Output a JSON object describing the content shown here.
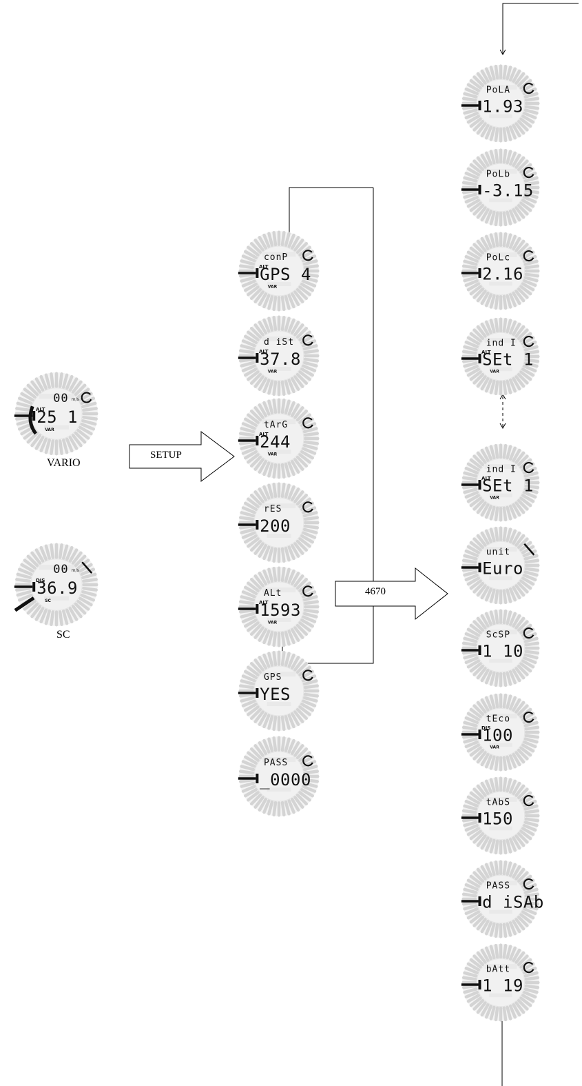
{
  "mode_labels": {
    "vario": "VARIO",
    "sc": "SC"
  },
  "arrows": {
    "setup": "SETUP",
    "code": "4670"
  },
  "indicator_text": {
    "alt": "ALT",
    "var": "VAR",
    "dis": "DIS",
    "sc": "SC",
    "speed_unit": "m/s"
  },
  "screens": {
    "vario": {
      "top_left": "00",
      "main": "25 1",
      "icon": "refresh-icon"
    },
    "sc": {
      "top_left": "00",
      "main": "36.9",
      "icon": "slash-icon"
    },
    "setup": [
      {
        "top": "conP",
        "main": "GPS  4",
        "icon": "refresh-icon"
      },
      {
        "top": "d iSt",
        "main": "37.8",
        "icon": "refresh-icon"
      },
      {
        "top": "tArG",
        "main": "244",
        "icon": "refresh-icon"
      },
      {
        "top": "rES",
        "main": "200",
        "icon": "refresh-icon"
      },
      {
        "top": "ALt",
        "main": "1593",
        "icon": "refresh-icon"
      },
      {
        "top": "GPS",
        "main": "YES",
        "icon": "refresh-icon"
      },
      {
        "top": "PASS",
        "main": "_0000",
        "icon": "refresh-icon"
      }
    ],
    "advanced": [
      {
        "top": "PoLA",
        "main": "1.93",
        "icon": "refresh-icon"
      },
      {
        "top": "PoLb",
        "main": "-3.15",
        "icon": "refresh-icon"
      },
      {
        "top": "PoLc",
        "main": "2.16",
        "icon": "refresh-icon"
      },
      {
        "top": "ind I",
        "main": "SEt  1",
        "icon": "refresh-icon"
      },
      {
        "top": "ind I",
        "main": "SEt  1",
        "icon": "refresh-icon"
      },
      {
        "top": "unit",
        "main": "Euro",
        "icon": "slash-icon"
      },
      {
        "top": "ScSP",
        "main": "1 10",
        "icon": "refresh-icon"
      },
      {
        "top": "tEco",
        "main": "100",
        "icon": "refresh-icon"
      },
      {
        "top": "tAbS",
        "main": "150",
        "icon": "refresh-icon"
      },
      {
        "top": "PASS",
        "main": "d iSAb",
        "icon": "refresh-icon"
      },
      {
        "top": "bAtt",
        "main": "1 19",
        "icon": "refresh-icon"
      }
    ]
  }
}
